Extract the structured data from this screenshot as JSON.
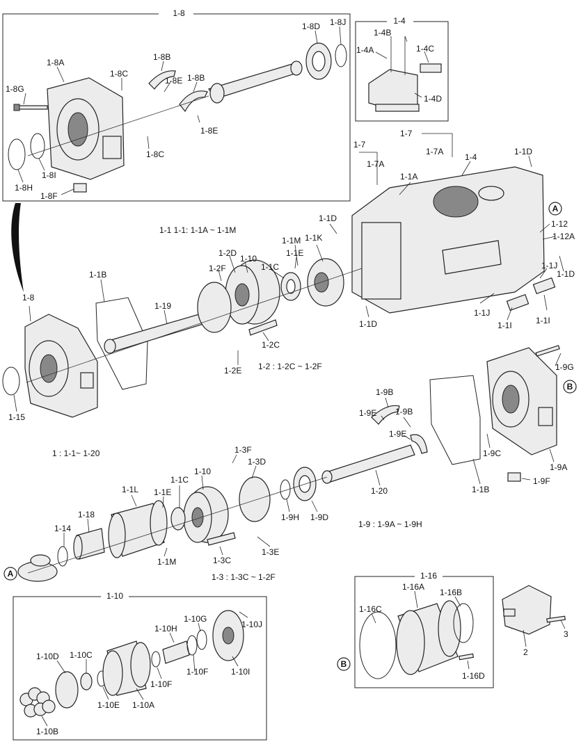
{
  "groups": {
    "g18": "1-8",
    "g14": "1-4",
    "g110": "1-10",
    "g116": "1-16"
  },
  "captions": {
    "c11": "1-1 1-1: 1-1A ~ 1-1M",
    "c12": "1-2 : 1-2C ~ 1-2F",
    "c1": "1 : 1-1~ 1-20",
    "c19": "1-9 : 1-9A ~ 1-9H",
    "c13": "1-3 : 1-3C ~ 1-2F"
  },
  "markers": {
    "a": "A",
    "b": "B"
  },
  "labels": {
    "l18J": "1-8J",
    "l18D": "1-8D",
    "l18A": "1-8A",
    "l18B1": "1-8B",
    "l18C1": "1-8C",
    "l18G": "1-8G",
    "l18E1": "1-8E",
    "l18B2": "1-8B",
    "l18E2": "1-8E",
    "l18C2": "1-8C",
    "l18H": "1-8H",
    "l18I": "1-8I",
    "l18F": "1-8F",
    "l14B": "1-4B",
    "l14A": "1-4A",
    "l14C": "1-4C",
    "l14D": "1-4D",
    "l17a": "1-7",
    "l17A1": "1-7A",
    "l17b": "1-7",
    "l17A2": "1-7A",
    "l14": "1-4",
    "l11A": "1-1A",
    "l11D1": "1-1D",
    "l11D2": "1-1D",
    "l112": "1-12",
    "l112A": "1-12A",
    "l11D3": "1-1D",
    "l11M": "1-1M",
    "l11K": "1-1K",
    "l11E": "1-1E",
    "l11C": "1-1C",
    "l12D": "1-2D",
    "l110": "1-10",
    "l12F": "1-2F",
    "l11J1": "1-1J",
    "l11J2": "1-1J",
    "l11I1": "1-1I",
    "l11I2": "1-1I",
    "l11D4": "1-1D",
    "l18": "1-8",
    "l11B": "1-1B",
    "l119": "1-19",
    "l12C": "1-2C",
    "l12E": "1-2E",
    "l115": "1-15",
    "l19G": "1-9G",
    "l19B1": "1-9B",
    "l19E1": "1-9E",
    "l19B2": "1-9B",
    "l19E2": "1-9E",
    "l19C": "1-9C",
    "l19A": "1-9A",
    "l19F": "1-9F",
    "l11B2": "1-1B",
    "l120": "1-20",
    "l13F": "1-3F",
    "l13D": "1-3D",
    "l11L": "1-1L",
    "l11E2": "1-1E",
    "l11C2": "1-1C",
    "l110b": "1-10",
    "l19H": "1-9H",
    "l19D": "1-9D",
    "l114": "1-14",
    "l118": "1-18",
    "l11M2": "1-1M",
    "l13C": "1-3C",
    "l13E": "1-3E",
    "l110G": "1-10G",
    "l110J": "1-10J",
    "l110H": "1-10H",
    "l110D": "1-10D",
    "l110C": "1-10C",
    "l110F1": "1-10F",
    "l110I": "1-10I",
    "l110F2": "1-10F",
    "l110E": "1-10E",
    "l110A": "1-10A",
    "l110B": "1-10B",
    "l116A": "1-16A",
    "l116B": "1-16B",
    "l116C": "1-16C",
    "l116D": "1-16D",
    "l2": "2",
    "l3": "3"
  }
}
